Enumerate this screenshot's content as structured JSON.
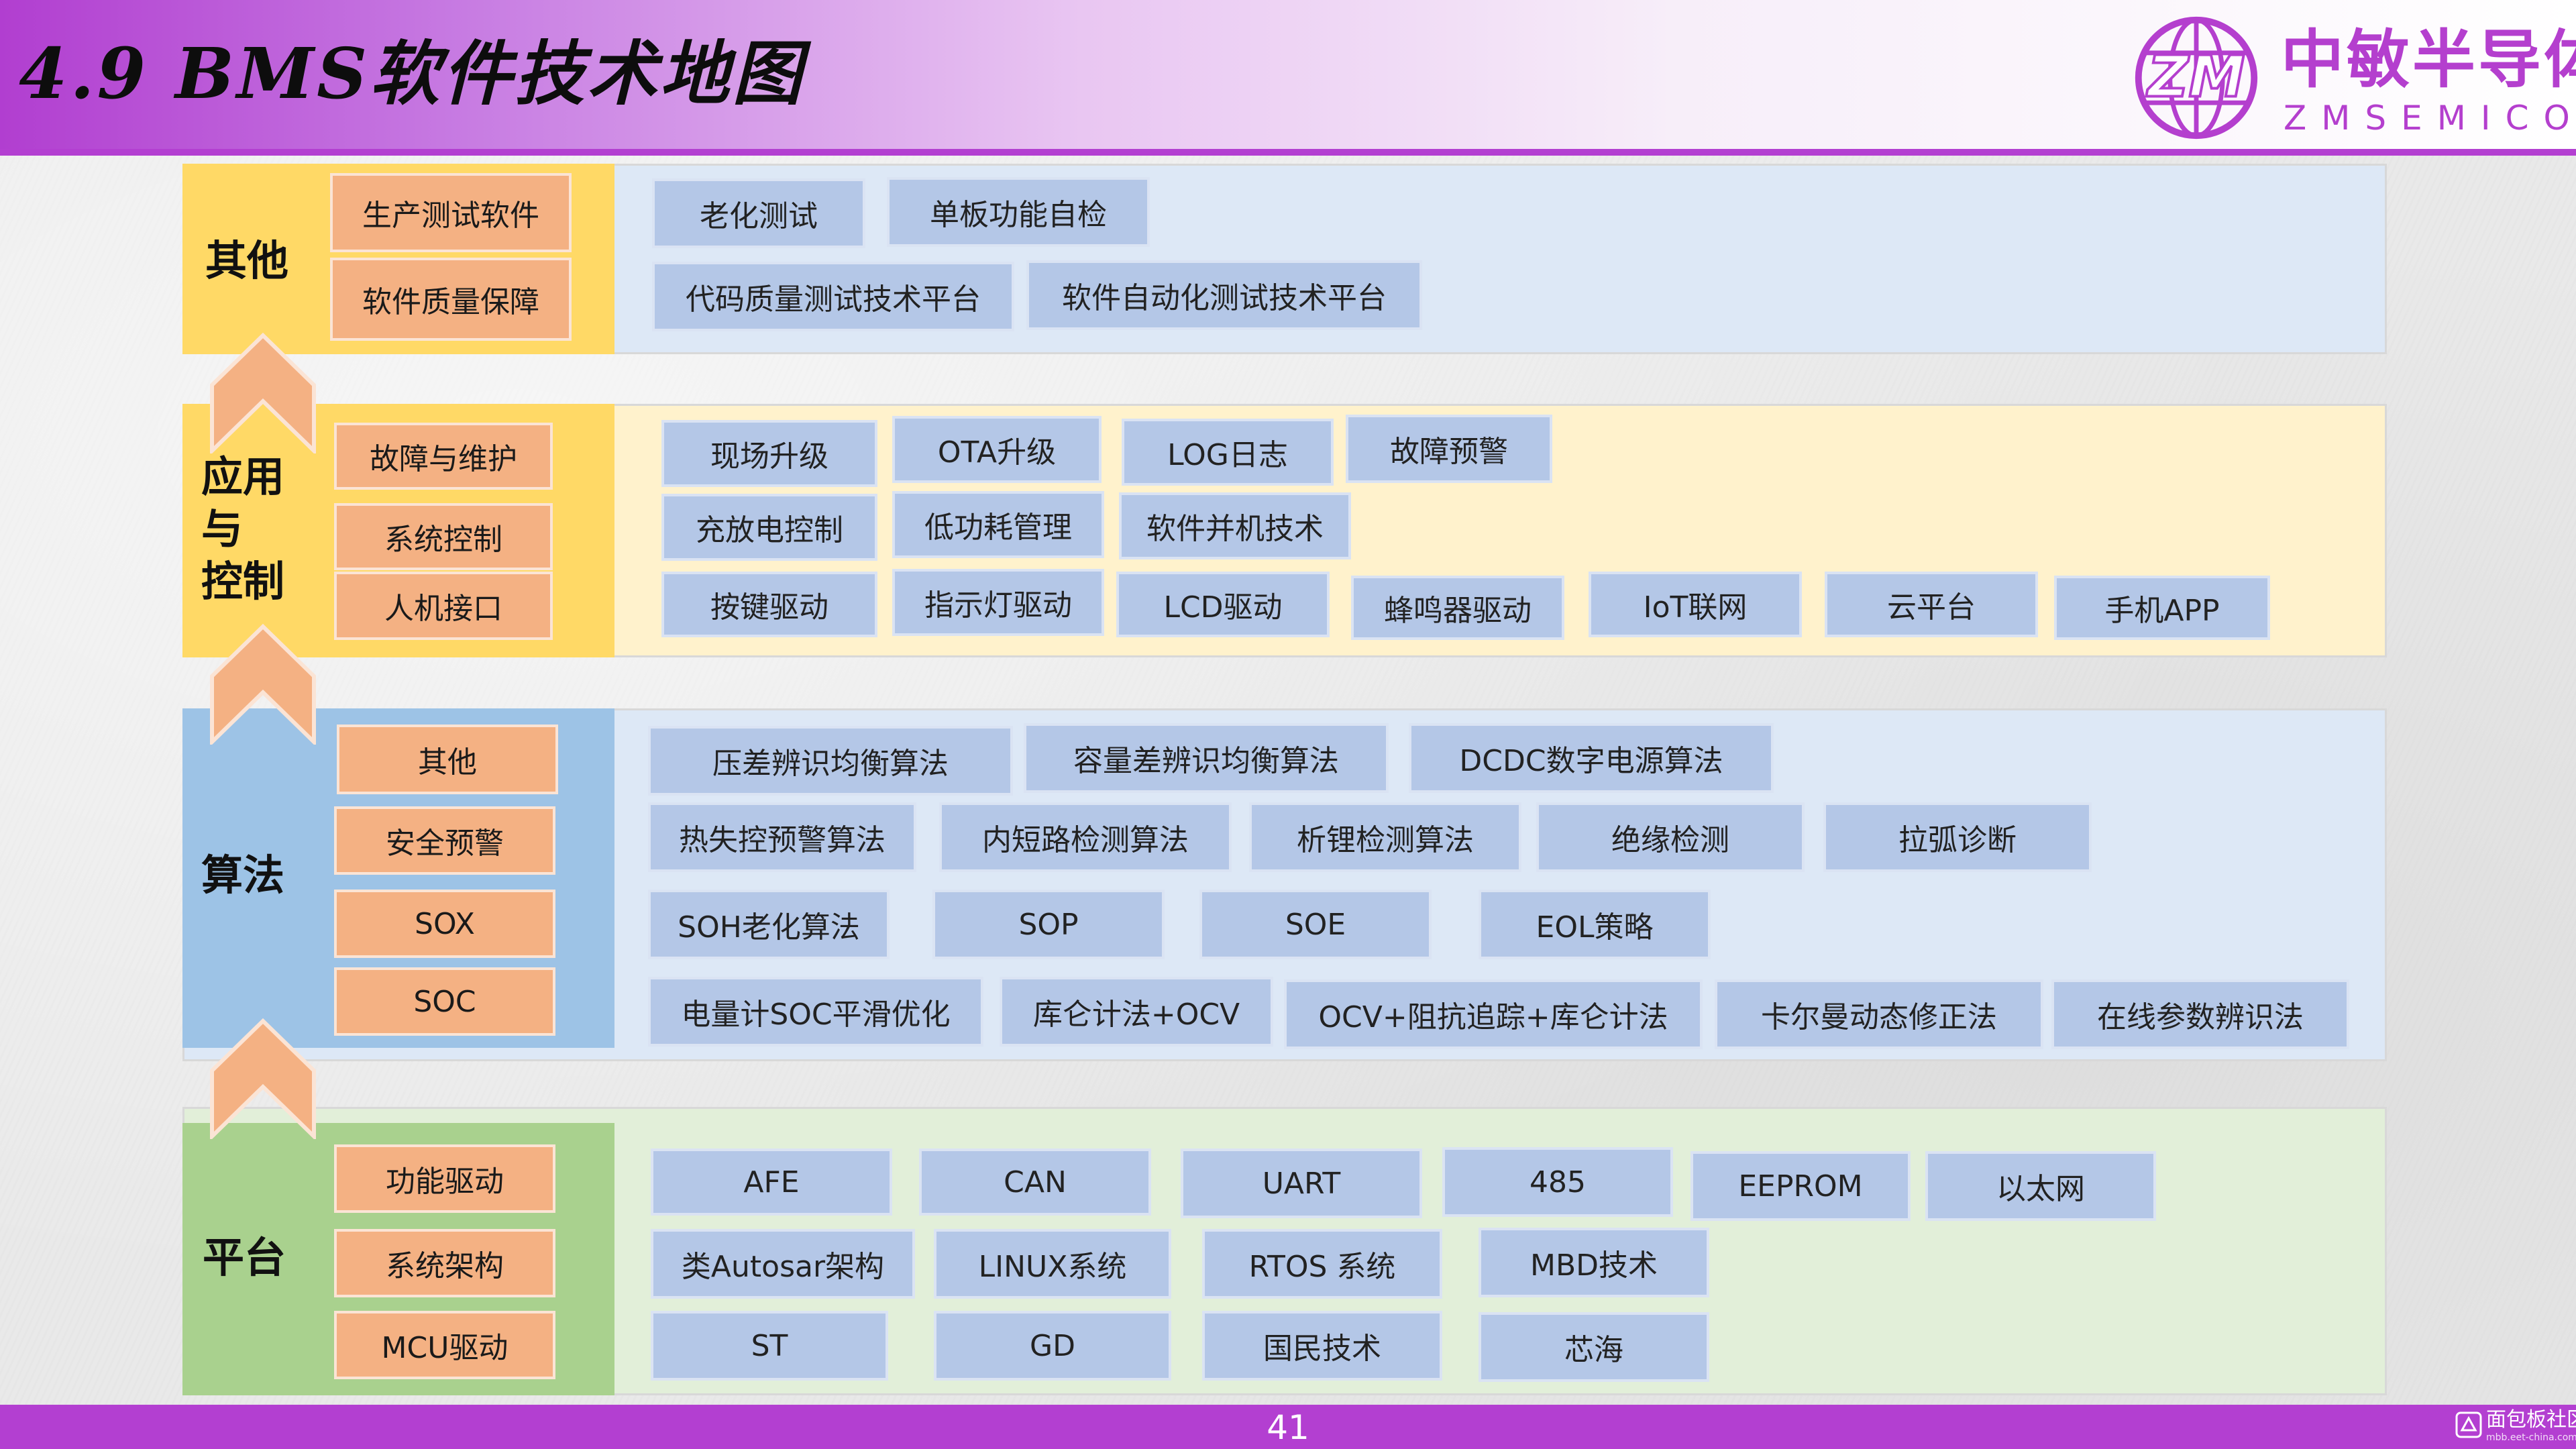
{
  "header": {
    "title": "4.9  BMS软件技术地图",
    "logo_cn": "中敏半导体",
    "logo_en": "ZMSEMICON",
    "logo_mark": "ZM"
  },
  "colors": {
    "brand": "#b33fd1",
    "sub_box": "#f4b183",
    "item_box": "#b4c7e7",
    "other_label": "#ffd966",
    "app_label": "#ffd966",
    "algo_label": "#9dc3e6",
    "platform_label": "#a9d18e"
  },
  "layers": {
    "other": {
      "label": "其他",
      "subs": [
        "生产测试软件",
        "软件质量保障"
      ],
      "items": [
        "老化测试",
        "单板功能自检",
        "代码质量测试技术平台",
        "软件自动化测试技术平台"
      ]
    },
    "app": {
      "label": "应用\n与\n控制",
      "subs": [
        "故障与维护",
        "系统控制",
        "人机接口"
      ],
      "items": [
        "现场升级",
        "OTA升级",
        "LOG日志",
        "故障预警",
        "充放电控制",
        "低功耗管理",
        "软件并机技术",
        "按键驱动",
        "指示灯驱动",
        "LCD驱动",
        "蜂鸣器驱动",
        "IoT联网",
        "云平台",
        "手机APP"
      ]
    },
    "algo": {
      "label": "算法",
      "subs": [
        "其他",
        "安全预警",
        "SOX",
        "SOC"
      ],
      "items": [
        "压差辨识均衡算法",
        "容量差辨识均衡算法",
        "DCDC数字电源算法",
        "热失控预警算法",
        "内短路检测算法",
        "析锂检测算法",
        "绝缘检测",
        "拉弧诊断",
        "SOH老化算法",
        "SOP",
        "SOE",
        "EOL策略",
        "电量计SOC平滑优化",
        "库仑计法+OCV",
        "OCV+阻抗追踪+库仑计法",
        "卡尔曼动态修正法",
        "在线参数辨识法"
      ]
    },
    "platform": {
      "label": "平台",
      "subs": [
        "功能驱动",
        "系统架构",
        "MCU驱动"
      ],
      "items": [
        "AFE",
        "CAN",
        "UART",
        "485",
        "EEPROM",
        "以太网",
        "类Autosar架构",
        "LINUX系统",
        "RTOS 系统",
        "MBD技术",
        "ST",
        "GD",
        "国民技术",
        "芯海"
      ]
    }
  },
  "icons": [
    "up-chevron-arrow-icon",
    "zm-globe-logo-icon",
    "watermark-logo-icon"
  ],
  "footer": {
    "page_number": "41",
    "watermark": "面包板社区",
    "watermark_url": "mbb.eet-china.com"
  }
}
